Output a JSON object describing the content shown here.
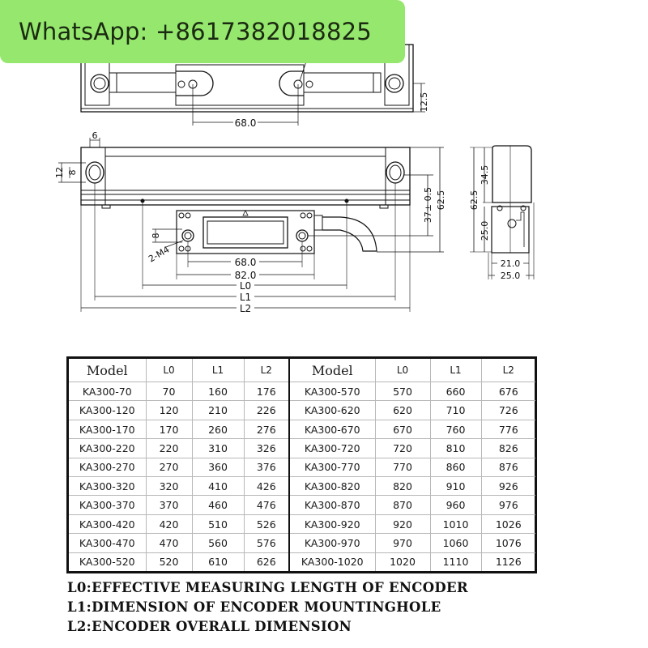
{
  "banner": {
    "text": "WhatsApp: +8617382018825",
    "color": "#95e86d"
  },
  "top_view": {
    "dim_hole_spacing": "68.0",
    "dim_height": "12.5"
  },
  "front_view": {
    "dim_width_lug": "6",
    "dim_hole_outer": "12",
    "dim_hole_inner": "8",
    "dim_reader_hole": "8",
    "dim_thread": "2-M4",
    "dim_center_height": "37± 0.5",
    "dim_total_height": "62.5",
    "dim_reader_holes": "68.0",
    "dim_reader_width": "82.0",
    "label_l0": "L0",
    "label_l1": "L1",
    "label_l2": "L2"
  },
  "side_view": {
    "dim_total_height": "62.5",
    "dim_upper": "34.5",
    "dim_lower": "25.0",
    "dim_inner_width": "21.0",
    "dim_outer_width": "25.0"
  },
  "table": {
    "headers": [
      "Model",
      "L0",
      "L1",
      "L2"
    ],
    "left_rows": [
      [
        "KA300-70",
        "70",
        "160",
        "176"
      ],
      [
        "KA300-120",
        "120",
        "210",
        "226"
      ],
      [
        "KA300-170",
        "170",
        "260",
        "276"
      ],
      [
        "KA300-220",
        "220",
        "310",
        "326"
      ],
      [
        "KA300-270",
        "270",
        "360",
        "376"
      ],
      [
        "KA300-320",
        "320",
        "410",
        "426"
      ],
      [
        "KA300-370",
        "370",
        "460",
        "476"
      ],
      [
        "KA300-420",
        "420",
        "510",
        "526"
      ],
      [
        "KA300-470",
        "470",
        "560",
        "576"
      ],
      [
        "KA300-520",
        "520",
        "610",
        "626"
      ]
    ],
    "right_rows": [
      [
        "KA300-570",
        "570",
        "660",
        "676"
      ],
      [
        "KA300-620",
        "620",
        "710",
        "726"
      ],
      [
        "KA300-670",
        "670",
        "760",
        "776"
      ],
      [
        "KA300-720",
        "720",
        "810",
        "826"
      ],
      [
        "KA300-770",
        "770",
        "860",
        "876"
      ],
      [
        "KA300-820",
        "820",
        "910",
        "926"
      ],
      [
        "KA300-870",
        "870",
        "960",
        "976"
      ],
      [
        "KA300-920",
        "920",
        "1010",
        "1026"
      ],
      [
        "KA300-970",
        "970",
        "1060",
        "1076"
      ],
      [
        "KA300-1020",
        "1020",
        "1110",
        "1126"
      ]
    ]
  },
  "legend": {
    "l0": "L0:EFFECTIVE MEASURING LENGTH OF ENCODER",
    "l1": "L1:DIMENSION OF ENCODER MOUNTINGHOLE",
    "l2": "L2:ENCODER OVERALL DIMENSION"
  }
}
